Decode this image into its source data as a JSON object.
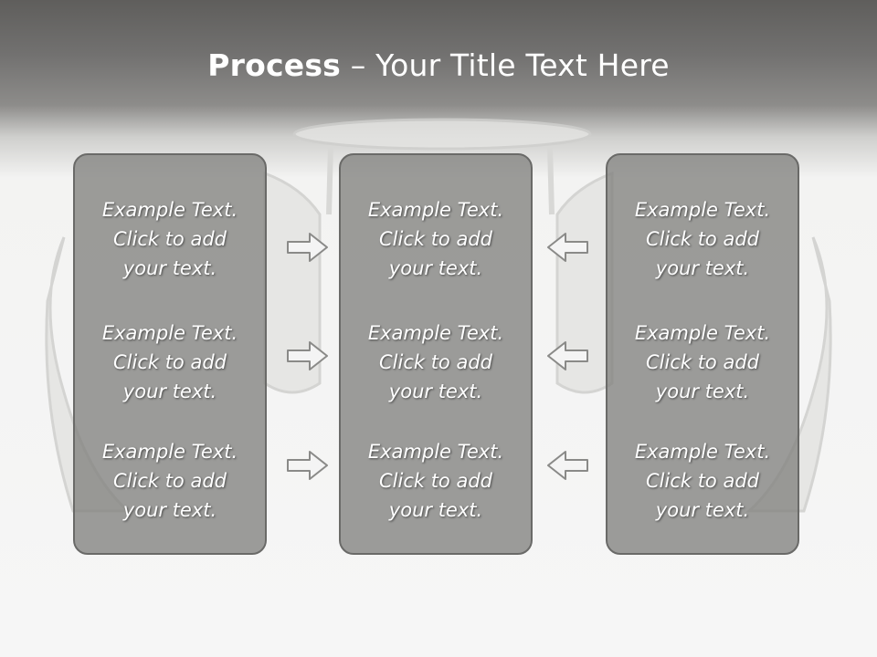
{
  "title": {
    "bold": "Process",
    "rest": " – Your Title Text Here"
  },
  "columns": [
    {
      "items": [
        {
          "lines": [
            "Example Text.",
            "Click  to add",
            "your text."
          ]
        },
        {
          "lines": [
            "Example Text.",
            "Click  to add",
            "your text."
          ]
        },
        {
          "lines": [
            "Example Text.",
            "Click  to add",
            "your text."
          ]
        }
      ]
    },
    {
      "items": [
        {
          "lines": [
            "Example Text.",
            "Click  to add",
            "your text."
          ]
        },
        {
          "lines": [
            "Example Text.",
            "Click  to add",
            "your text."
          ]
        },
        {
          "lines": [
            "Example Text.",
            "Click  to add",
            "your text."
          ]
        }
      ]
    },
    {
      "items": [
        {
          "lines": [
            "Example Text.",
            "Click  to add",
            "your text."
          ]
        },
        {
          "lines": [
            "Example Text.",
            "Click  to add",
            "your text."
          ]
        },
        {
          "lines": [
            "Example Text.",
            "Click  to add",
            "your text."
          ]
        }
      ]
    }
  ],
  "arrows": {
    "left_group": "right-arrow-icon",
    "right_group": "left-arrow-icon"
  },
  "colors": {
    "box_fill": "#82817f",
    "box_border": "#6a6a68",
    "text": "#ffffff",
    "header": "#5f5e5c"
  }
}
